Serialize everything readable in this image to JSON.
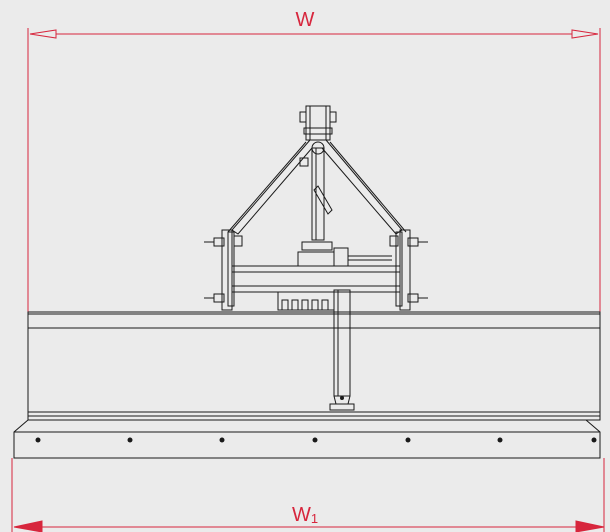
{
  "diagram": {
    "dimension_top": "W",
    "dimension_bottom_main": "W",
    "dimension_bottom_sub": "1",
    "colors": {
      "background": "#ebebeb",
      "dimension": "#d7263d",
      "line": "#1a1a1a"
    }
  }
}
